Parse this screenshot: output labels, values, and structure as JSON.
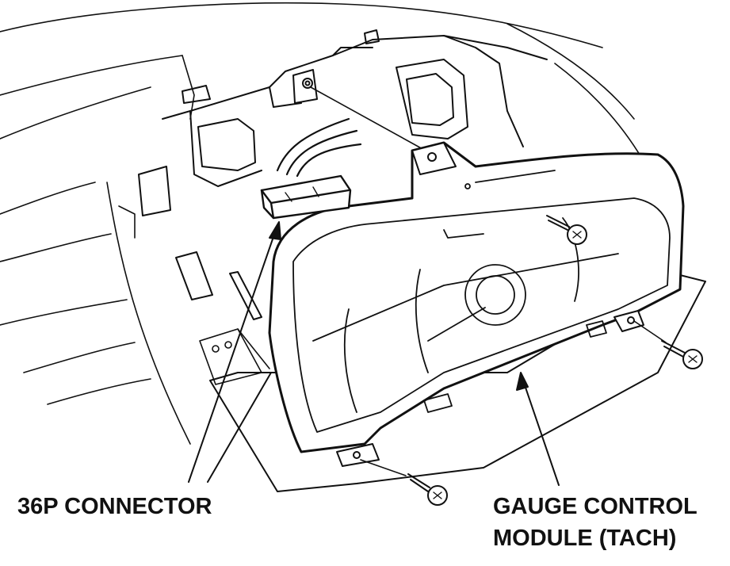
{
  "callouts": {
    "connector": "36P CONNECTOR",
    "gauge_line1": "GAUGE CONTROL",
    "gauge_line2": "MODULE (TACH)"
  },
  "colors": {
    "ink": "#111111",
    "shade": "#d9d9d9",
    "paper": "#ffffff"
  }
}
